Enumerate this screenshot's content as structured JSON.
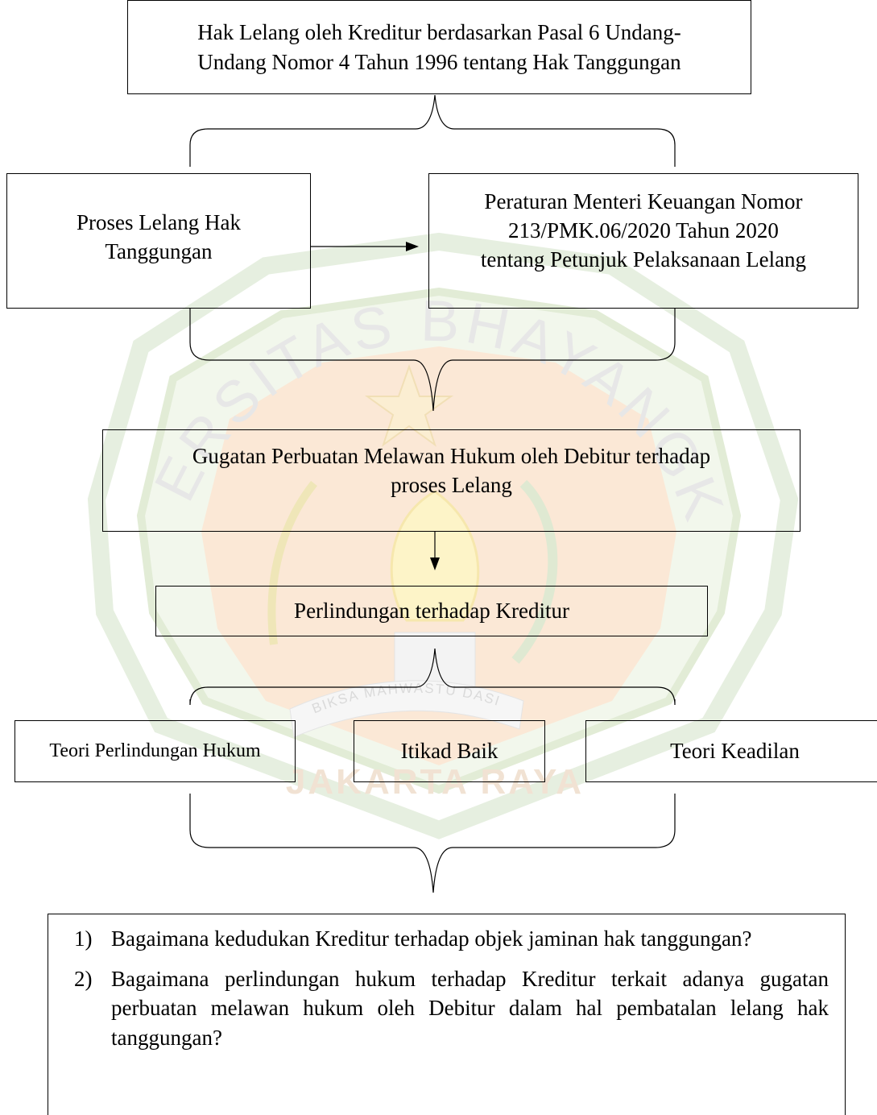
{
  "diagram": {
    "top_box": {
      "line1": "Hak Lelang oleh Kreditur berdasarkan Pasal 6 Undang-",
      "line2": "Undang Nomor 4 Tahun 1996 tentang Hak Tanggungan"
    },
    "proses_box": {
      "line1": "Proses Lelang Hak",
      "line2": "Tanggungan"
    },
    "pmk_box": {
      "line1": "Peraturan Menteri Keuangan Nomor",
      "line2": "213/PMK.06/2020 Tahun 2020",
      "line3": "tentang Petunjuk Pelaksanaan Lelang"
    },
    "gugatan_box": {
      "line1": "Gugatan Perbuatan Melawan Hukum oleh Debitur terhadap",
      "line2": "proses Lelang"
    },
    "perlindungan_box": {
      "label": "Perlindungan terhadap Kreditur"
    },
    "theories": [
      {
        "label": "Teori Perlindungan Hukum"
      },
      {
        "label": "Itikad Baik"
      },
      {
        "label": "Teori Keadilan"
      }
    ],
    "questions": [
      {
        "number": "1)",
        "text": "Bagaimana kedudukan Kreditur terhadap objek jaminan hak tanggungan?"
      },
      {
        "number": "2)",
        "text": "Bagaimana perlindungan hukum terhadap Kreditur terkait adanya gugatan perbuatan melawan hukum oleh Debitur dalam hal pembatalan lelang hak tanggungan?"
      }
    ]
  },
  "watermark": {
    "arc_text": "UNIVERSITAS BHAYANGKARA",
    "motto": "BIKSA MAHWASTU DASI",
    "city": "JAKARTA RAYA"
  },
  "colors": {
    "line": "#000000",
    "watermark_text": "#c9c9c9",
    "watermark_fill": "#fbe3cc",
    "watermark_green": "#e2ecd6"
  }
}
